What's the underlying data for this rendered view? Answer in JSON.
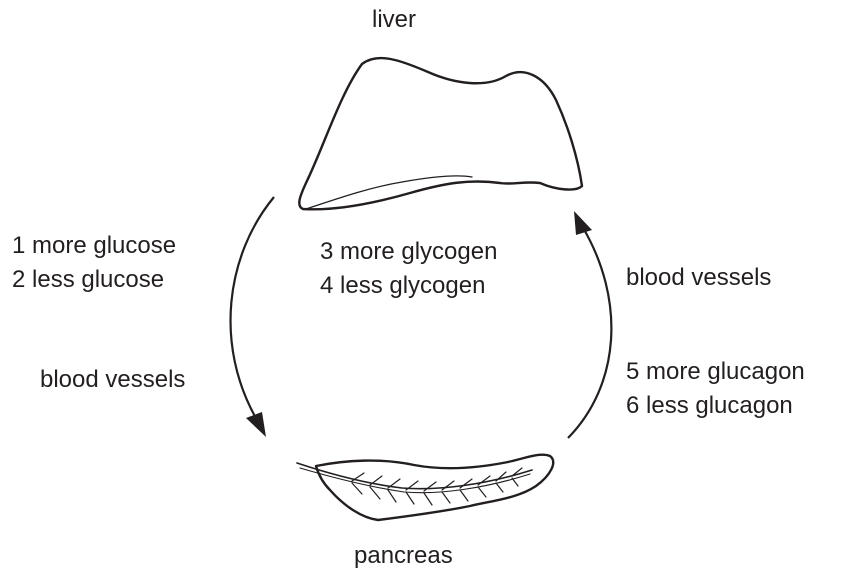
{
  "organs": {
    "liver": "liver",
    "pancreas": "pancreas"
  },
  "left_options": [
    "1  more glucose",
    "2  less glucose"
  ],
  "center_options": [
    "3  more glycogen",
    "4  less glycogen"
  ],
  "right_options": [
    "5  more glucagon",
    "6  less glucagon"
  ],
  "left_path": "blood vessels",
  "right_path": "blood vessels",
  "colors": {
    "ink": "#231f20",
    "background": "#ffffff"
  }
}
